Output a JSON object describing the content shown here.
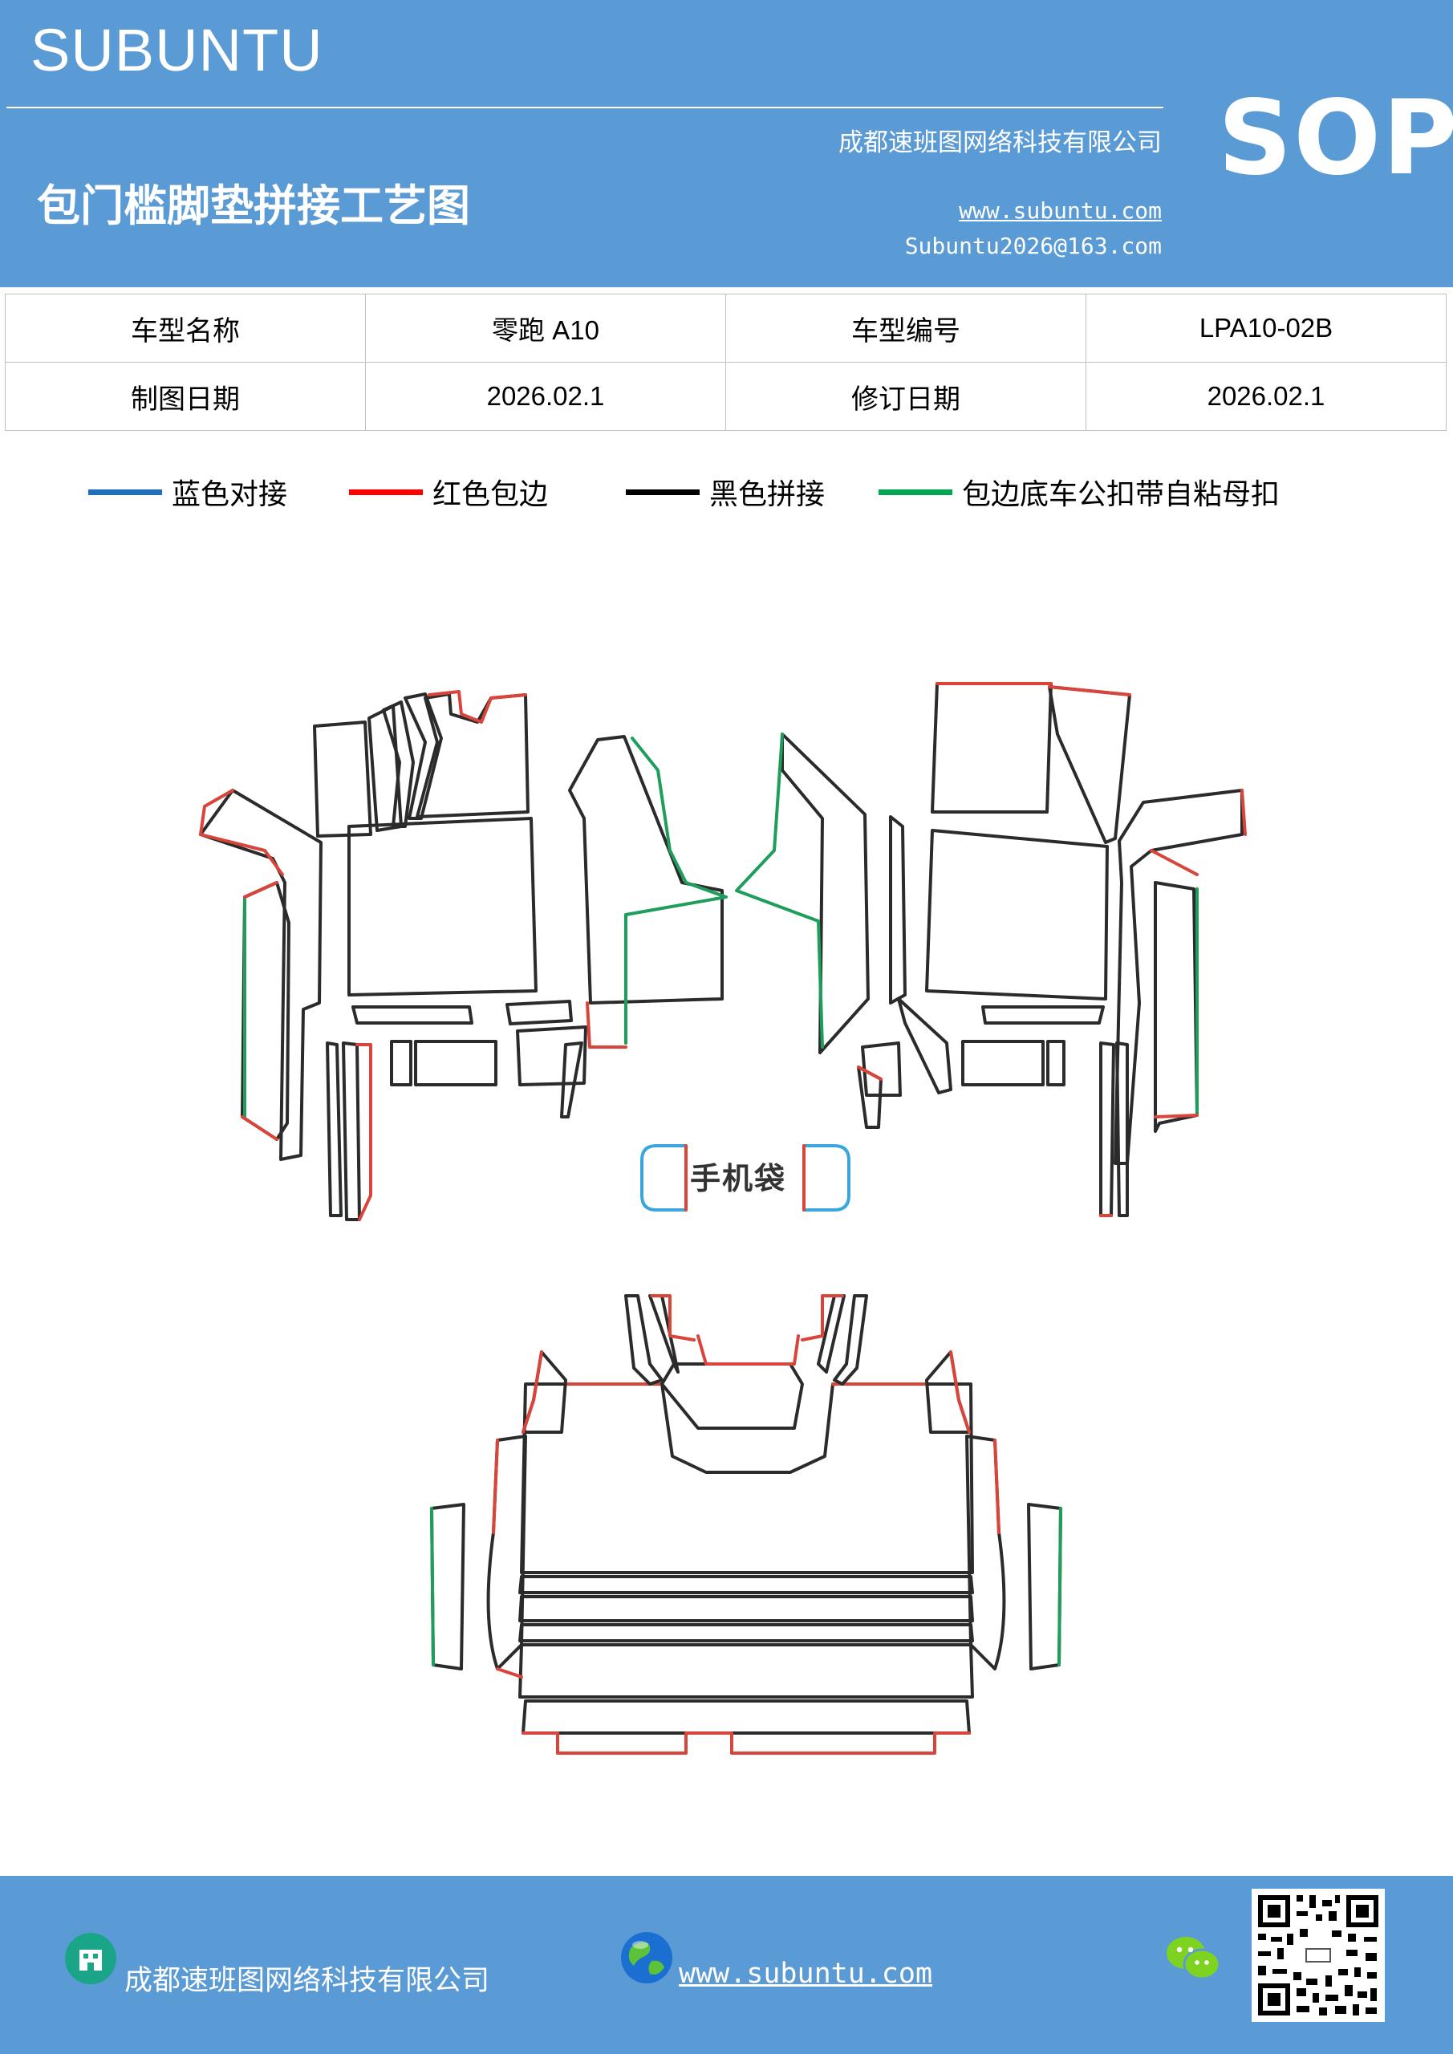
{
  "header": {
    "brand": "SUBUNTU",
    "company": "成都速班图网络科技有限公司",
    "title": "包门槛脚垫拼接工艺图",
    "website": "www.subuntu.com",
    "email": "Subuntu2026@163.com",
    "badge": "SOP"
  },
  "info_table": {
    "rows": [
      {
        "label1": "车型名称",
        "value1": "零跑 A10",
        "label2": "车型编号",
        "value2": "LPA10-02B"
      },
      {
        "label1": "制图日期",
        "value1": "2026.02.1",
        "label2": "修订日期",
        "value2": "2026.02.1"
      }
    ]
  },
  "legend": [
    {
      "label": "蓝色对接",
      "color": "#1f6fbf"
    },
    {
      "label": "红色包边",
      "color": "#ff0000"
    },
    {
      "label": "黑色拼接",
      "color": "#000000"
    },
    {
      "label": "包边底车公扣带自粘母扣",
      "color": "#00a650"
    }
  ],
  "diagram": {
    "pouch_label": "手机袋",
    "colors": {
      "outline": "#2b2b2b",
      "edge": "#d9453a",
      "velcro": "#1e9e5a",
      "butt": "#3aa6dc"
    }
  },
  "footer": {
    "company": "成都速班图网络科技有限公司",
    "website": "www.subuntu.com"
  },
  "icons": [
    "building-icon",
    "globe-icon",
    "wechat-icon",
    "qr-code"
  ]
}
